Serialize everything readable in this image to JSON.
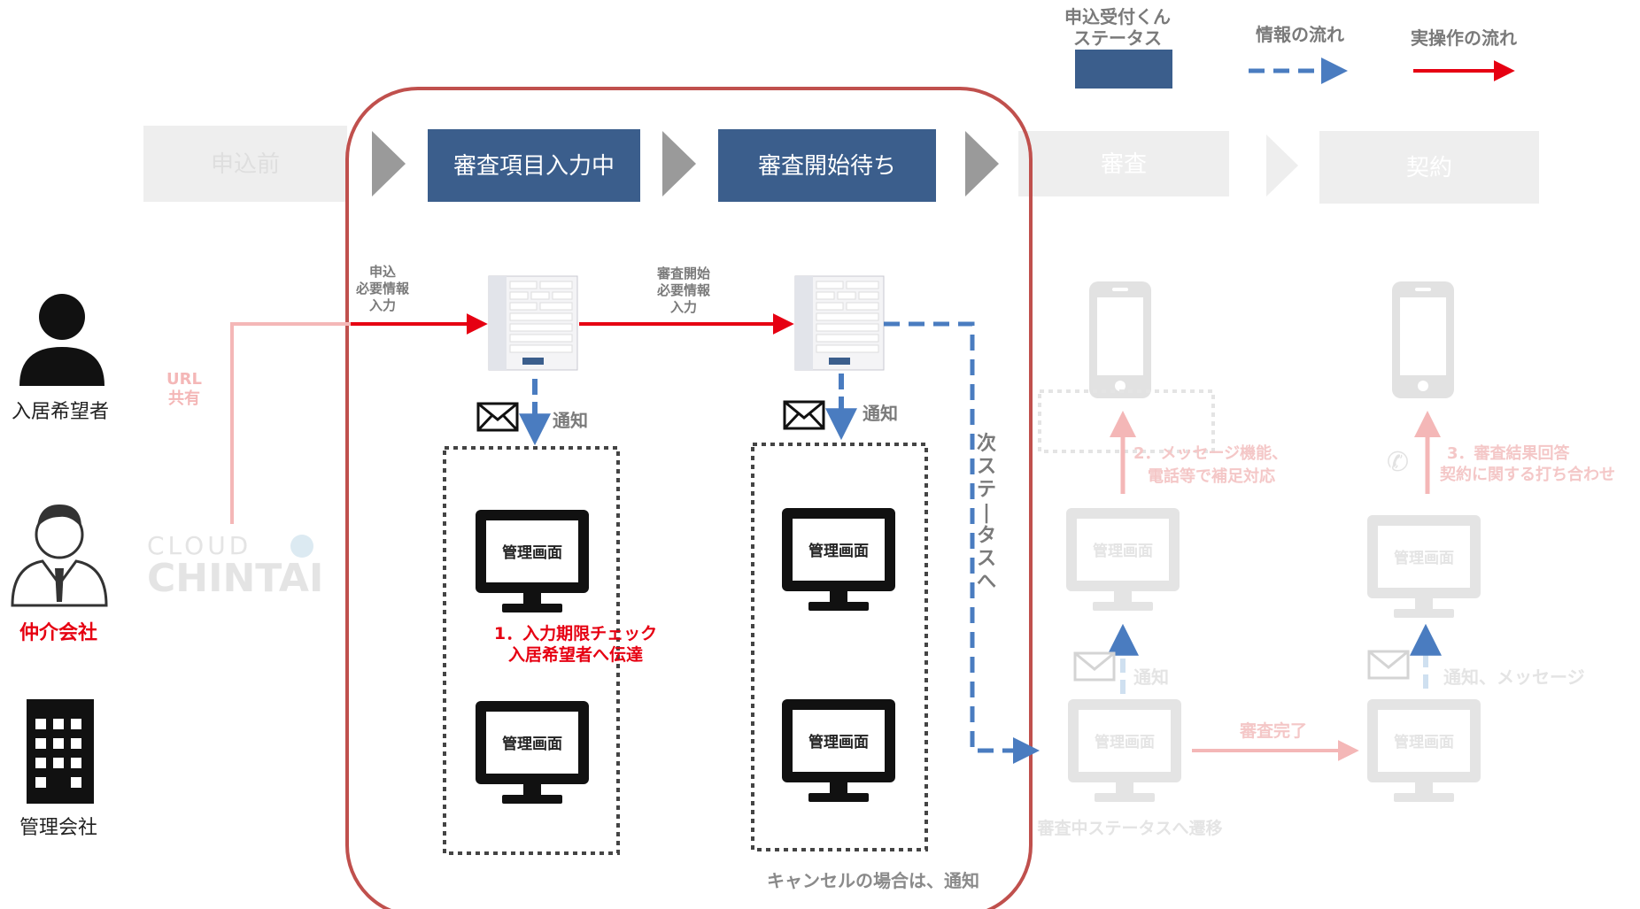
{
  "legend": {
    "status": "申込受付くん\nステータス",
    "info_flow": "情報の流れ",
    "action_flow": "実操作の流れ",
    "status_color": "#3b5e8c",
    "info_color": "#4a7cc0",
    "action_color": "#e60012"
  },
  "stages": {
    "before": "申込前",
    "input": "審査項目入力中",
    "waiting": "審査開始待ち",
    "review": "審査",
    "contract": "契約"
  },
  "actors": {
    "applicant": "入居希望者",
    "broker": "仲介会社",
    "manager": "管理会社"
  },
  "labels": {
    "url_share": "URL\n共有",
    "apply_input": "申込\n必要情報\n入力",
    "review_start_input": "審査開始\n必要情報\n入力",
    "notify1": "通知",
    "notify2": "通知",
    "next_status": "次ステータスへ",
    "deadline_check": "1．入力期限チェック\n入居希望者へ伝達",
    "cancel_note": "キャンセルの場合は、通知",
    "message_func": "2．メッセージ機能、\n電話等で補足対応",
    "review_result": "3．審査結果回答\n契約に関する打ち合わせ",
    "notify3": "通知",
    "notify_message": "通知、メッセージ",
    "review_done": "審査完了",
    "transition": "審査中ステータスへ遷移",
    "brand_top": "CLOUD",
    "brand_bottom": "CHINTAI"
  },
  "screens": {
    "admin": "管理画面"
  }
}
